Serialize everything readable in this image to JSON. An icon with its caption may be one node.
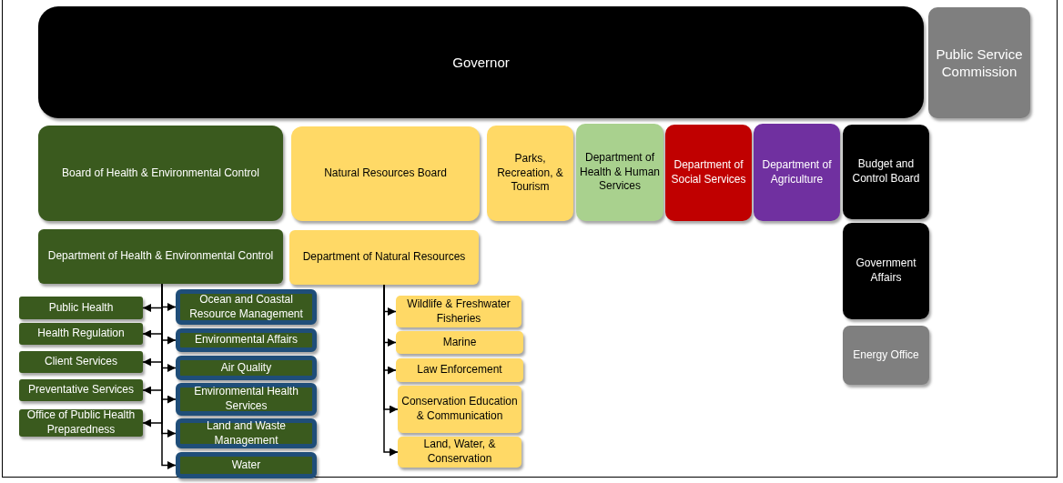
{
  "diagram": {
    "nodes": [
      {
        "text": [
          "Governor"
        ]
      },
      {
        "text": [
          "Public Service Commission"
        ]
      },
      {
        "text": [
          "Board of Health & Environmental Control"
        ]
      },
      {
        "text": [
          "Natural Resources Board"
        ]
      },
      {
        "text": [
          "Parks, Recreation, & Tourism"
        ]
      },
      {
        "text": [
          "Department of Health & Human Services"
        ]
      },
      {
        "text": [
          "Department of Social Services"
        ]
      },
      {
        "text": [
          "Department of Agriculture"
        ]
      },
      {
        "text": [
          "Budget and Control Board"
        ]
      },
      {
        "text": [
          "Department of Health & Environmental Control"
        ]
      },
      {
        "text": [
          "Department of Natural Resources"
        ]
      },
      {
        "text": [
          "Government Affairs"
        ]
      },
      {
        "text": [
          "Public Health"
        ]
      },
      {
        "text": [
          "Ocean and Coastal Resource Management"
        ]
      },
      {
        "text": [
          "Health Regulation"
        ]
      },
      {
        "text": [
          "Environmental Affairs"
        ]
      },
      {
        "text": [
          "Client Services"
        ]
      },
      {
        "text": [
          "Air Quality"
        ]
      },
      {
        "text": [
          "Preventative Services"
        ]
      },
      {
        "text": [
          "Environmental Health Services"
        ]
      },
      {
        "text": [
          "Office of Public Health Preparedness"
        ]
      },
      {
        "text": [
          "Land and Waste Management"
        ]
      },
      {
        "text": [
          "Water"
        ]
      },
      {
        "text": [
          "Wildlife & Freshwater Fisheries"
        ]
      },
      {
        "text": [
          "Marine"
        ]
      },
      {
        "text": [
          "Law Enforcement"
        ]
      },
      {
        "text": [
          "Conservation Education & Communication"
        ]
      },
      {
        "text": [
          "Land, Water, & Conservation"
        ]
      },
      {
        "text": [
          "Energy Office"
        ]
      }
    ],
    "edges": [
      {
        "from": 9,
        "to": 12,
        "arrow": "to"
      },
      {
        "from": 9,
        "to": 13,
        "arrow": "to"
      },
      {
        "from": 9,
        "to": 14,
        "arrow": "to"
      },
      {
        "from": 9,
        "to": 15,
        "arrow": "to"
      },
      {
        "from": 9,
        "to": 16,
        "arrow": "to"
      },
      {
        "from": 9,
        "to": 17,
        "arrow": "to"
      },
      {
        "from": 9,
        "to": 18,
        "arrow": "to"
      },
      {
        "from": 9,
        "to": 19,
        "arrow": "to"
      },
      {
        "from": 9,
        "to": 20,
        "arrow": "to"
      },
      {
        "from": 9,
        "to": 21,
        "arrow": "to"
      },
      {
        "from": 9,
        "to": 22,
        "arrow": "to"
      },
      {
        "from": 10,
        "to": 23,
        "arrow": "to"
      },
      {
        "from": 10,
        "to": 24,
        "arrow": "to"
      },
      {
        "from": 10,
        "to": 25,
        "arrow": "to"
      },
      {
        "from": 10,
        "to": 26,
        "arrow": "to"
      },
      {
        "from": 10,
        "to": 27,
        "arrow": "to"
      }
    ]
  }
}
